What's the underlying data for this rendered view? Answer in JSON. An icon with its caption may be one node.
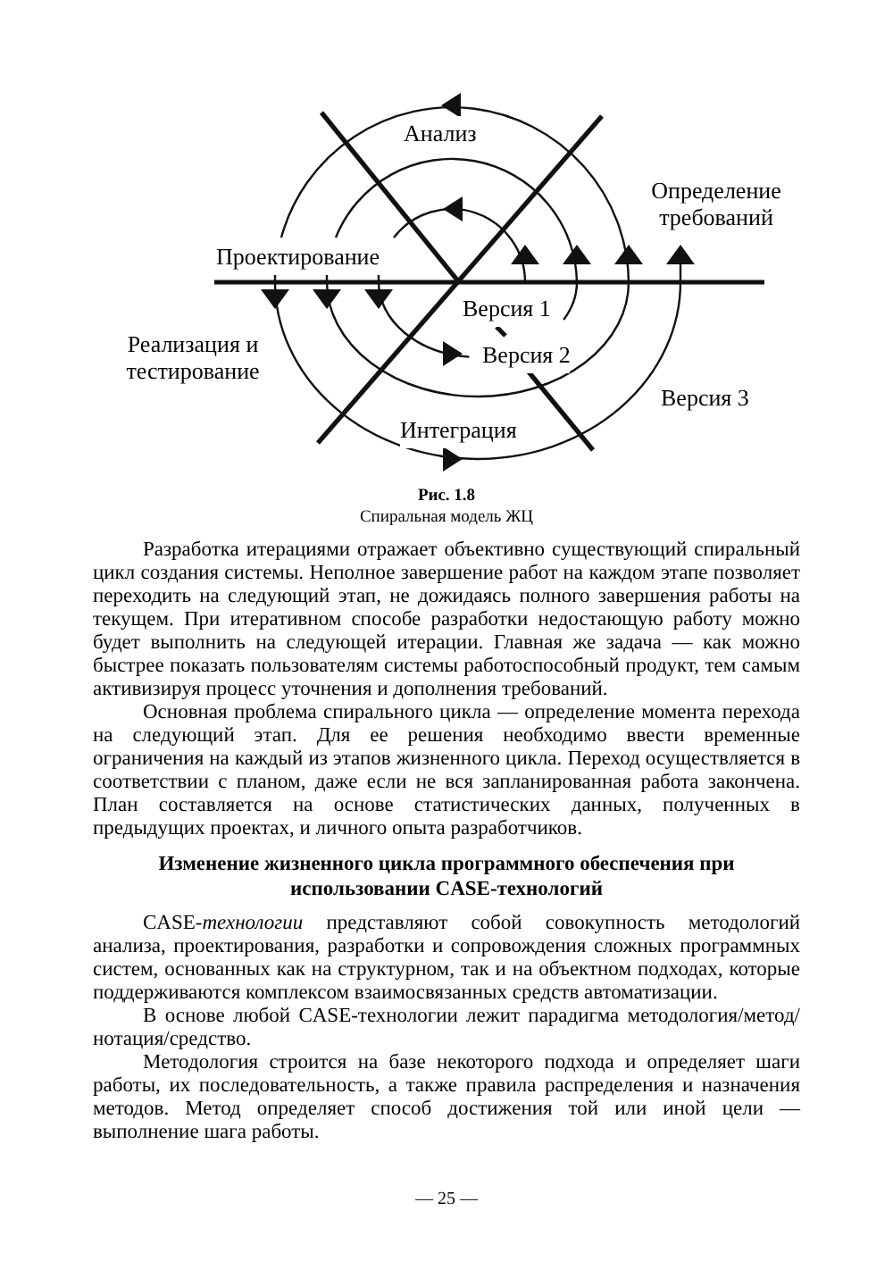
{
  "diagram": {
    "labels": [
      "Анализ",
      "Определение требований",
      "Проектирование",
      "Версия 1",
      "Версия 2",
      "Реализация и тестирование",
      "Версия 3",
      "Интеграция",
      "Рис. 1.8",
      "Спиральная модель ЖЦ",
      "Разработка итерациями отражает объективно существующий спиральный цикл создания системы. Неполное завершение работ на каждом этапе позволяет переходить на следующий этап, не дожидаясь полного завершения работы на текущем. При итеративном способе разработки недостающую работу можно будет выполнить на следующей итерации. Главная же задача — как можно быстрее показать пользователям системы работоспособный продукт, тем самым активизируя процесс уточнения и дополнения требований.",
      "Основная проблема спирального цикла — определение момента перехода на следующий этап. Для ее решения необходимо ввести временные ограничения на каждый из этапов жизненного цикла. Переход осуществляется в соответствии с планом, даже если не вся запланированная работа закончена. План составляется на основе статистических данных, полученных в предыдущих проектах, и личного опыта разработчиков.",
      "Изменение жизненного цикла программного обеспечения при использовании CASE-технологий",
      "CASE-*технологии* представляют собой совокупность методологий анализа, проектирования, разработки и сопровождения сложных программных систем, основанных как на структурном, так и на объектном подходах, которые поддерживаются комплексом взаимосвязанных средств автоматизации.",
      "В основе любой CASE-технологии лежит парадигма методология/метод/нотация/средство.",
      "Методология строится на базе некоторого подхода и определяет шаги работы, их последовательность, а также правила распределения и назначения методов. Метод определяет способ достижения той или иной цели — выполнение шага работы.",
      "— 25 —"
    ]
  }
}
